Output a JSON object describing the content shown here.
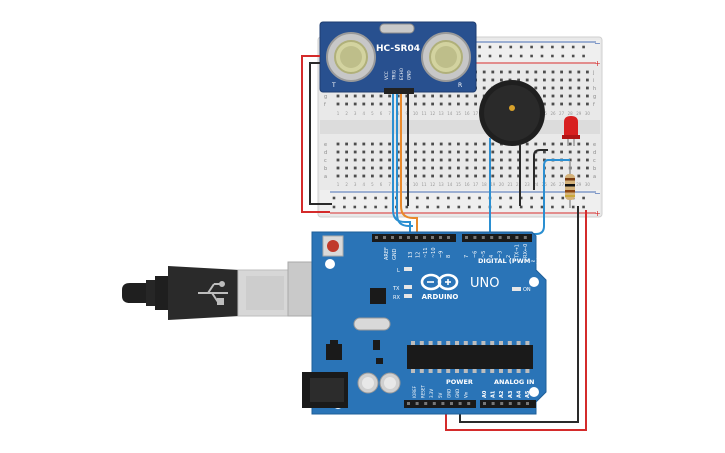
{
  "sensor": {
    "model": "HC-SR04",
    "pins": [
      "VCC",
      "TRIG",
      "ECHO",
      "GND"
    ],
    "side_left": "T",
    "side_right": "R"
  },
  "board": {
    "brand": "ARDUINO",
    "model": "UNO",
    "aref": "AREF",
    "gnd": "GND",
    "header_top_high": [
      "13",
      "12",
      "~11",
      "~10",
      "~9",
      "8"
    ],
    "header_top_low": [
      "7",
      "~6",
      "~5",
      "4",
      "~3",
      "2",
      "TX→1",
      "RX←0"
    ],
    "digital_label": "DIGITAL (PWM~)",
    "led_l": "L",
    "led_tx": "TX",
    "led_rx": "RX",
    "led_on": "ON",
    "power_label": "POWER",
    "analog_label": "ANALOG IN",
    "power_pins": [
      "IOREF",
      "RESET",
      "3.3V",
      "5V",
      "GND",
      "GND",
      "Vin"
    ],
    "analog_pins": [
      "A0",
      "A1",
      "A2",
      "A3",
      "A4",
      "A5"
    ]
  },
  "breadboard": {
    "row_letters_top": [
      "f",
      "g",
      "h",
      "i",
      "j"
    ],
    "row_letters_bottom": [
      "a",
      "b",
      "c",
      "d",
      "e"
    ],
    "column_numbers": [
      "1",
      "2",
      "3",
      "4",
      "5",
      "6",
      "7",
      "8",
      "9",
      "10",
      "11",
      "12",
      "13",
      "14",
      "15",
      "16",
      "17",
      "18",
      "19",
      "20",
      "21",
      "22",
      "23",
      "24",
      "25",
      "26",
      "27",
      "28",
      "29",
      "30"
    ],
    "rail_plus": "+",
    "rail_minus": "−"
  },
  "colors": {
    "wire_red": "#d42b2b",
    "wire_black": "#2a2a2a",
    "wire_blue": "#2b8fd1",
    "wire_orange": "#e8892b",
    "board_blue": "#2a74b7",
    "sensor_blue": "#28508f",
    "breadboard": "#e9e9e9",
    "led_red": "#d81f1f"
  },
  "icons": [
    "usb-cable-icon",
    "usb-trident-icon",
    "arduino-infinity-logo",
    "reset-button-icon"
  ]
}
